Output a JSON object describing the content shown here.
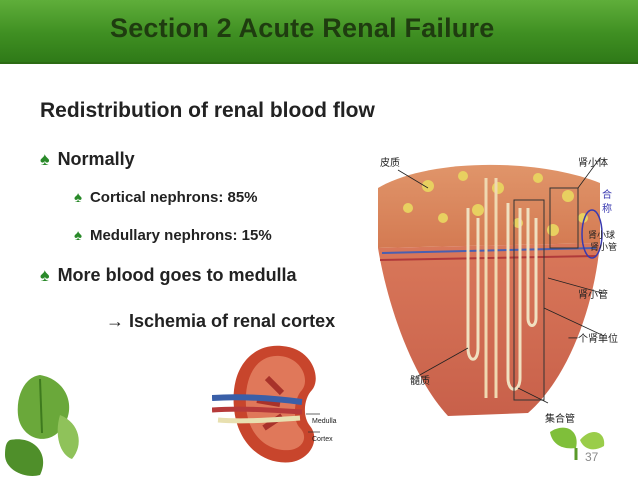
{
  "header": {
    "title": "Section 2   Acute Renal Failure"
  },
  "subtitle": "Redistribution of renal blood flow",
  "bullets": {
    "normally": "Normally",
    "cortical": "Cortical nephrons: 85%",
    "medullary": "Medullary nephrons: 15%",
    "more_blood": "More blood goes to medulla",
    "ischemia": "→ Ischemia of renal cortex"
  },
  "bullet_glyph": "♠",
  "kidney_labels": {
    "medulla": "Medulla",
    "cortex": "Cortex"
  },
  "diagram_labels": {
    "cortex": "皮质",
    "renal_corpuscle": "肾小体",
    "he_cheng_1": "合",
    "he_cheng_2": "称",
    "glomerulus": "肾小球",
    "renal_tubule_short": "肾小管",
    "renal_tubule": "肾小管",
    "nephron": "一个肾单位",
    "medulla": "髓质",
    "collecting_duct": "集合管"
  },
  "page_number": "37",
  "colors": {
    "header_green": "#3f8f22",
    "title_text": "#1f3c10",
    "bullet_green": "#2a8a2a"
  }
}
